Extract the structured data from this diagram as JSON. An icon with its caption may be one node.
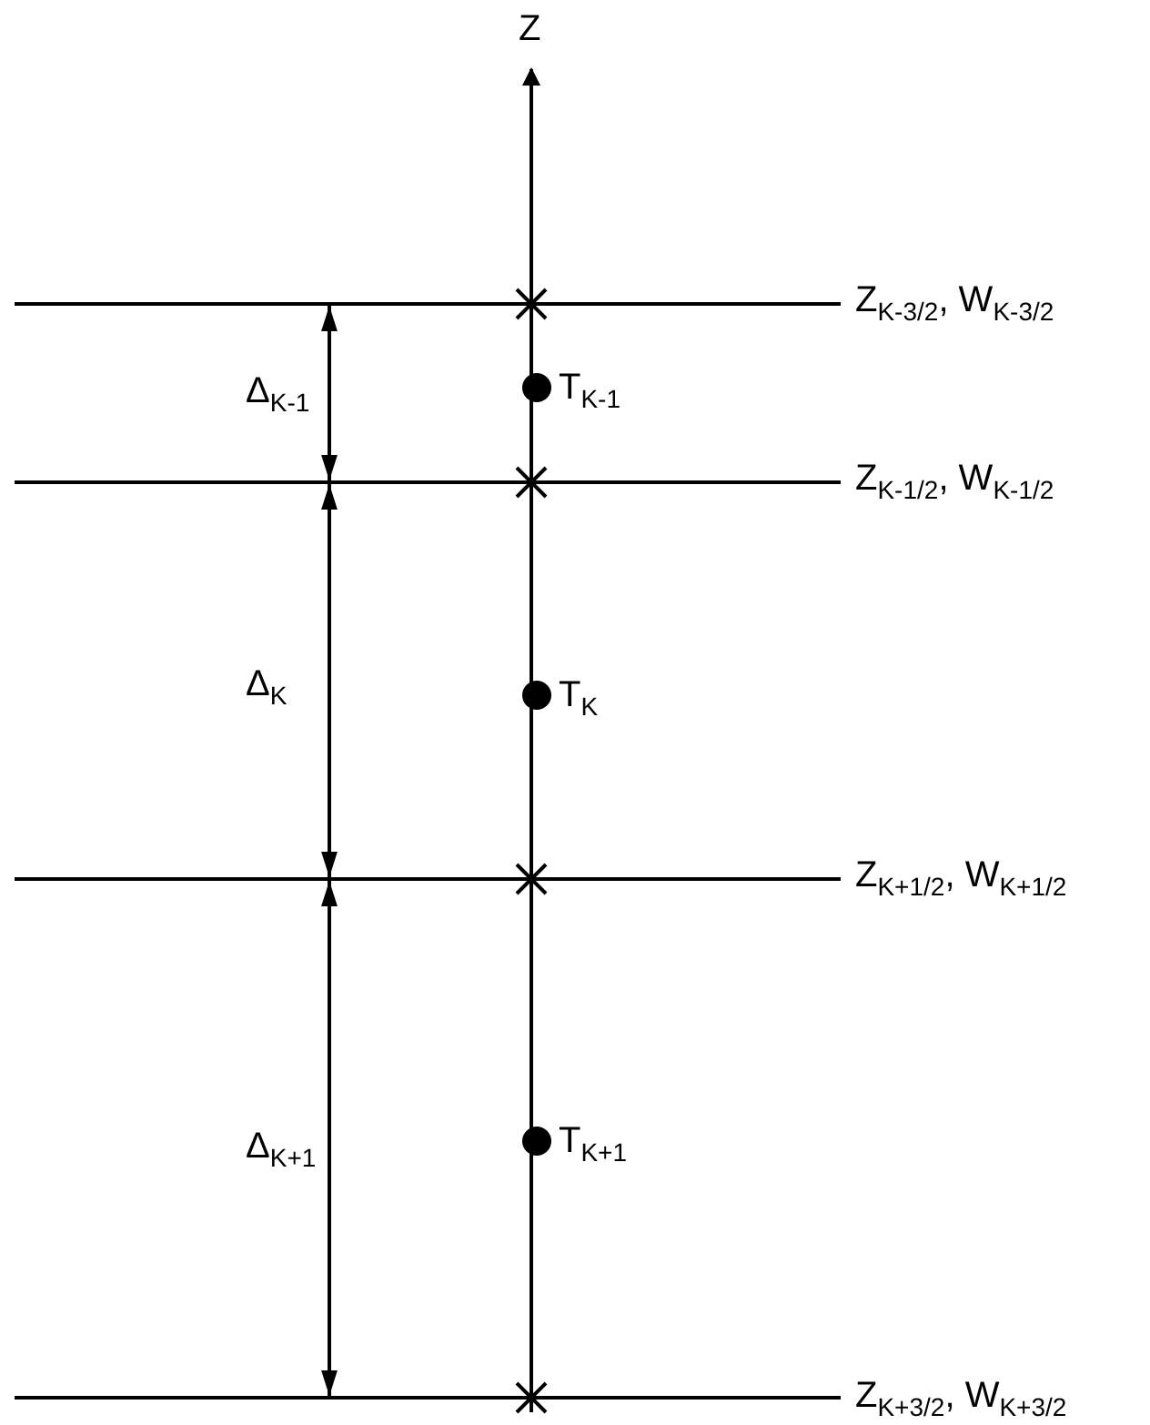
{
  "diagram": {
    "labels": [
      "Z",
      "Z$_{K-3/2}$, W$_{K-3/2}$",
      "Δ$_{K-1}$",
      "T$_{K-1}$",
      "Z$_{K-1/2}$, W$_{K-1/2}$",
      "Δ$_{K}$",
      "T$_{K}$",
      "Z$_{K+1/2}$, W$_{K+1/2}$",
      "Δ$_{K+1}$",
      "T$_{K+1}$",
      "Z$_{K+3/2}$, W$_{K+3/2}$"
    ]
  }
}
